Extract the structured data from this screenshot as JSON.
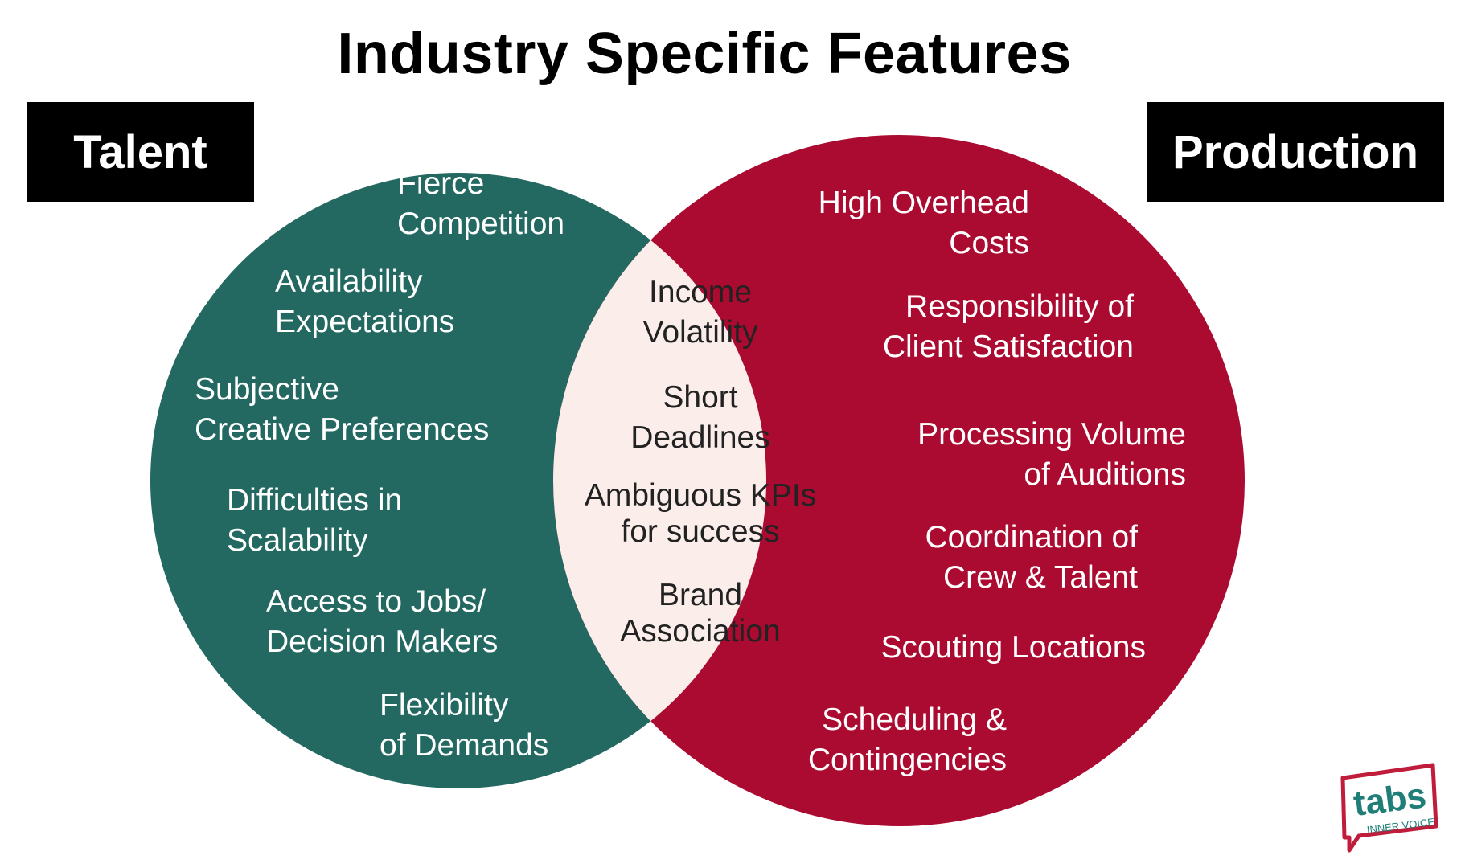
{
  "title": "Industry Specific Features",
  "left_label": "Talent",
  "right_label": "Production",
  "colors": {
    "left_circle": "#236961",
    "right_circle": "#ab0b31",
    "overlap": "#fbeeea",
    "label_bg": "#000000",
    "logo": "#c01c3c",
    "logo_text": "#1f7e77"
  },
  "talent_items": [
    {
      "line1": "Fierce",
      "line2": "Competition"
    },
    {
      "line1": "Availability",
      "line2": "Expectations"
    },
    {
      "line1": "Subjective",
      "line2": "Creative Preferences"
    },
    {
      "line1": "Difficulties in",
      "line2": "Scalability"
    },
    {
      "line1": "Access to Jobs/",
      "line2": "Decision Makers"
    },
    {
      "line1": "Flexibility",
      "line2": "of Demands"
    }
  ],
  "shared_items": [
    {
      "line1": "Income",
      "line2": "Volatility"
    },
    {
      "line1": "Short",
      "line2": "Deadlines"
    },
    {
      "line1": "Ambiguous KPIs",
      "line2": "for success"
    },
    {
      "line1": "Brand",
      "line2": "Association"
    }
  ],
  "production_items": [
    {
      "line1": "High Overhead",
      "line2": "Costs"
    },
    {
      "line1": "Responsibility of",
      "line2": "Client Satisfaction"
    },
    {
      "line1": "Processing Volume",
      "line2": "of Auditions"
    },
    {
      "line1": "Coordination of",
      "line2": "Crew & Talent"
    },
    {
      "line1": "Scouting Locations",
      "line2": ""
    },
    {
      "line1": "Scheduling &",
      "line2": "Contingencies"
    }
  ],
  "logo": {
    "word": "tabs",
    "tagline": "INNER VOICE",
    "icon": "speech-bubble-icon"
  }
}
